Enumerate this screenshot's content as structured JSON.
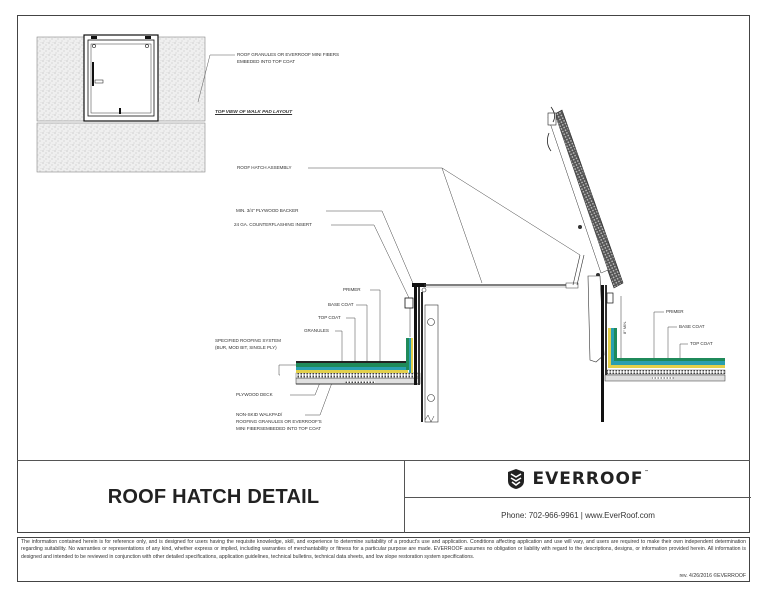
{
  "drawing": {
    "top_view_caption": "TOP VIEW OF WALK PAD LAYOUT",
    "labels": {
      "granules_note_line1": "ROOF GRANULES OR EVERROOF MINI FIBERS",
      "granules_note_line2": "EMBEDED INTO TOP COAT",
      "roof_hatch_assembly": "ROOF HATCH ASSEMBLY",
      "plywood_backer": "MIN. 3/4\" PLYWOOD BACKER",
      "counterflashing": "24 GA. COUNTERFLASHING INSERT",
      "primer_left": "PRIMER",
      "base_coat_left": "BASE COAT",
      "top_coat_left": "TOP COAT",
      "granules": "GRANULES",
      "roofing_system_line1": "SPECIFIED ROOFING SYSTEM",
      "roofing_system_line2": "(BUR, MOD BIT, SINGLE PLY)",
      "plywood_deck": "PLYWOOD DECK",
      "walkpad_line1": "NON-SKID WALKPAD/",
      "walkpad_line2": "ROOFING GRANULES OR EVERROOF'S",
      "walkpad_line3": "MINI FIBERSEMBEDED INTO TOP COAT",
      "primer_right": "PRIMER",
      "base_coat_right": "BASE COAT",
      "top_coat_right": "TOP COAT",
      "dimension": "8\" MIN."
    },
    "colors": {
      "top_coat": "#1f8a5a",
      "base_coat": "#2a9fb0",
      "primer": "#e3d04a",
      "line": "#333333",
      "granule_fill": "#e6e6e6"
    }
  },
  "title_block": {
    "title": "ROOF HATCH DETAIL",
    "brand": "EVERROOF",
    "brand_tm": "™",
    "contact": "Phone: 702-966-9961 | www.EverRoof.com"
  },
  "disclaimer": {
    "text": "The information contained herein is for reference only, and is designed for users having the requisite knowledge, skill, and experience to determine suitability of a product's use and application. Conditions affecting application and use will vary, and users are required to make their own independent determination regarding suitability. No warranties or representations of any kind, whether express or implied, including warranties of merchantability or fitness for a particular purpose are made. EVERROOF assumes no obligation or liability with regard to the descriptions, designs, or information provided herein. All information is designed and intended to be reviewed in conjunction with other detailed specifications, application guidelines, technical bulletins, technical data sheets, and low slope restoration system specifications.",
    "revision": "rev. 4/26/2016 ©EVERROOF"
  }
}
